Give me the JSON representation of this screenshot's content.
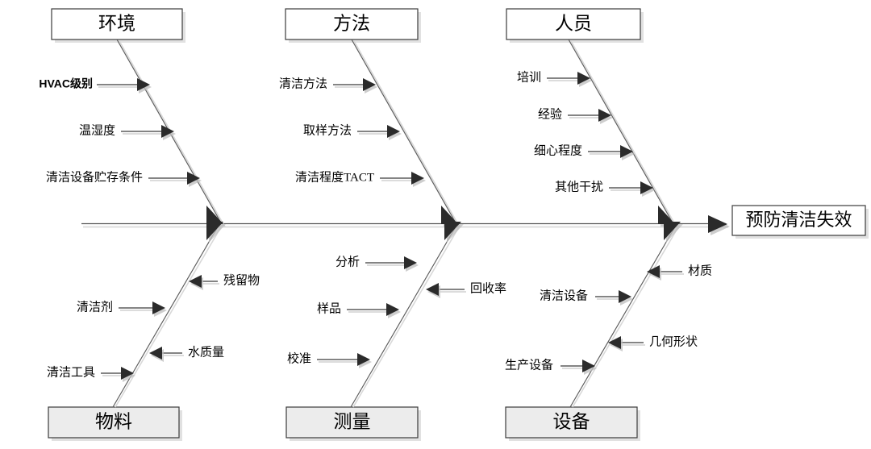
{
  "diagram": {
    "type": "fishbone-ishikawa",
    "effect": {
      "label": "预防清洁失效"
    },
    "categories": [
      {
        "id": "environment",
        "label": "环境",
        "position": "top",
        "box_filled": false,
        "causes": [
          {
            "label": "HVAC级别",
            "bold": true
          },
          {
            "label": "温湿度",
            "bold": false
          },
          {
            "label": "清洁设备贮存条件",
            "bold": false
          }
        ]
      },
      {
        "id": "method",
        "label": "方法",
        "position": "top",
        "box_filled": false,
        "causes": [
          {
            "label": "清洁方法",
            "bold": false
          },
          {
            "label": "取样方法",
            "bold": false
          },
          {
            "label": "清洁程度TACT",
            "bold": false
          }
        ]
      },
      {
        "id": "personnel",
        "label": "人员",
        "position": "top",
        "box_filled": false,
        "causes": [
          {
            "label": "培训",
            "bold": false
          },
          {
            "label": "经验",
            "bold": false
          },
          {
            "label": "细心程度",
            "bold": false
          },
          {
            "label": "其他干扰",
            "bold": false
          }
        ]
      },
      {
        "id": "material",
        "label": "物料",
        "position": "bottom",
        "box_filled": true,
        "causes": [
          {
            "label": "残留物",
            "side": "right",
            "bold": false
          },
          {
            "label": "清洁剂",
            "side": "left",
            "bold": false
          },
          {
            "label": "水质量",
            "side": "right",
            "bold": false
          },
          {
            "label": "清洁工具",
            "side": "left",
            "bold": false
          }
        ]
      },
      {
        "id": "measurement",
        "label": "测量",
        "position": "bottom",
        "box_filled": true,
        "causes": [
          {
            "label": "分析",
            "side": "left",
            "bold": false
          },
          {
            "label": "回收率",
            "side": "right",
            "bold": false
          },
          {
            "label": "样品",
            "side": "left",
            "bold": false
          },
          {
            "label": "校准",
            "side": "left",
            "bold": false
          }
        ]
      },
      {
        "id": "equipment",
        "label": "设备",
        "position": "bottom",
        "box_filled": true,
        "causes": [
          {
            "label": "材质",
            "side": "right",
            "bold": false
          },
          {
            "label": "清洁设备",
            "side": "left",
            "bold": false
          },
          {
            "label": "几何形状",
            "side": "right",
            "bold": false
          },
          {
            "label": "生产设备",
            "side": "left",
            "bold": false
          }
        ]
      }
    ]
  },
  "colors": {
    "line": "#5a5a5a",
    "arrow": "#2b2b2b",
    "box_stroke": "#3b3b3b",
    "box_fill_bottom": "#ececec",
    "box_fill_top": "#ffffff",
    "shadow": "#c9c9c9",
    "background": "#ffffff"
  }
}
